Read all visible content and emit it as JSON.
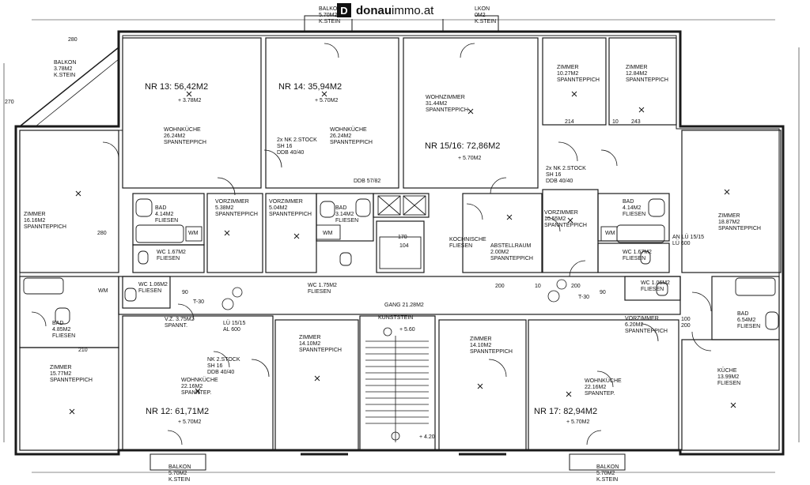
{
  "logo": {
    "mark": "D",
    "brand_bold": "donau",
    "brand_light": "immo.at"
  },
  "units": {
    "nr13": {
      "title": "NR 13:  56,42M2",
      "balcony": "+ 3.78M2"
    },
    "nr14": {
      "title": "NR 14: 35,94M2",
      "balcony": "+ 5.70M2"
    },
    "nr1516": {
      "title": "NR 15/16: 72,86M2",
      "balcony": "+ 5.70M2"
    },
    "nr12": {
      "title": "NR 12:  61,71M2",
      "balcony": "+ 5.70M2"
    },
    "nr17": {
      "title": "NR 17:  82,94M2",
      "balcony": "+ 5.70M2"
    }
  },
  "rooms": {
    "balkon_left": [
      "BALKON",
      "3.78M2",
      "K.STEIN"
    ],
    "wohnkueche13": [
      "WOHNKÜCHE",
      "26.24M2",
      "SPANNTEPPICH"
    ],
    "wohnkueche14": [
      "WOHNKÜCHE",
      "26.24M2",
      "SPANNTEPPICH"
    ],
    "zimmer_left": [
      "ZIMMER",
      "16.16M2",
      "SPANNTEPPICH"
    ],
    "nk14": [
      "2x NK 2.STOCK",
      "SH 16",
      "DDB 40/40"
    ],
    "ddb": [
      "DDB 57/82"
    ],
    "wohnzimmer1516": [
      "WOHNZIMMER",
      "31.44M2",
      "SPANNTEPPICH"
    ],
    "zimmer_a": [
      "ZIMMER",
      "10.27M2",
      "SPANNTEPPICH"
    ],
    "zimmer_b": [
      "ZIMMER",
      "12.84M2",
      "SPANNTEPPICH"
    ],
    "nk1516": [
      "2x NK 2.STOCK",
      "SH 16",
      "DDB 40/40"
    ],
    "bad13": [
      "BAD",
      "4.14M2",
      "FLIESEN"
    ],
    "vorzimmer13": [
      "VORZIMMER",
      "5.38M2",
      "SPANNTEPPICH"
    ],
    "vorzimmer14": [
      "VORZIMMER",
      "5.04M2",
      "SPANNTEPPICH"
    ],
    "bad14": [
      "BAD",
      "3.14M2",
      "FLIESEN"
    ],
    "wc13": [
      "WC 1.67M2",
      "FLIESEN"
    ],
    "kuechische": [
      "KOCHNISCHE",
      "FLIESEN"
    ],
    "abstellraum": [
      "ABSTELLRAUM",
      "2.00M2",
      "SPANNTEPPICH"
    ],
    "vorzimmer1516": [
      "VORZIMMER",
      "10.55M2",
      "SPANNTEPPICH"
    ],
    "bad1516": [
      "BAD",
      "4.14M2",
      "FLIESEN"
    ],
    "zimmer_right": [
      "ZIMMER",
      "18.87M2",
      "SPANNTEPPICH"
    ],
    "wc1516": [
      "WC 1.67M2",
      "FLIESEN"
    ],
    "an_note": [
      "AN LÜ 15/15",
      "LÜ 600"
    ],
    "wc12": [
      "WC 1.06M2",
      "FLIESEN"
    ],
    "wc14": [
      "WC 1.75M2",
      "FLIESEN"
    ],
    "gang": [
      "GANG 21.28M2"
    ],
    "kunststein": [
      "KUNSTSTEIN"
    ],
    "wc17": [
      "WC 1.06M2",
      "FLIESEN"
    ],
    "bad12": [
      "BAD",
      "4.85M2",
      "FLIESEN"
    ],
    "vz12": [
      "V.Z. 3.75M2",
      "SPANNT."
    ],
    "lu_note": [
      "LÜ 15/15",
      "AL 600"
    ],
    "vorzimmer17": [
      "VORZIMMER",
      "6.20M2",
      "SPANNTEPPICH"
    ],
    "bad17": [
      "BAD",
      "6.54M2",
      "FLIESEN"
    ],
    "zimmer12a": [
      "ZIMMER",
      "15.77M2",
      "SPANNTEPPICH"
    ],
    "nk12": [
      "NK 2.STOCK",
      "SH 16",
      "DDB 40/40"
    ],
    "wohnkueche12": [
      "WOHNKÜCHE",
      "22.16M2",
      "SPANNTEP."
    ],
    "zimmer12b": [
      "ZIMMER",
      "14.10M2",
      "SPANNTEPPICH"
    ],
    "zimmer17a": [
      "ZIMMER",
      "14.10M2",
      "SPANNTEPPICH"
    ],
    "wohnkueche17": [
      "WOHNKÜCHE",
      "22.16M2",
      "SPANNTEP."
    ],
    "kueche17": [
      "KÜCHE",
      "13.99M2",
      "FLIESEN"
    ],
    "balkon_top": [
      "BALKON",
      "5.70M2",
      "K.STEIN"
    ],
    "loggia_top": [
      "LKON",
      "0M2",
      "K.STEIN"
    ],
    "balkon_bot1": [
      "BALKON",
      "5.70M2",
      "K.STEIN"
    ],
    "balkon_bot2": [
      "BALKON",
      "5.70M2",
      "K.STEIN"
    ]
  },
  "dims": {
    "d280": "280",
    "d270": "270",
    "d280b": "280",
    "d214": "214",
    "d10": "10",
    "d243": "243",
    "d200a": "200",
    "d10b": "10",
    "d200b": "200",
    "d170": "170",
    "d104": "104",
    "d90a": "90",
    "d90b": "90",
    "d100": "100",
    "d200c": "200",
    "d210": "210",
    "stair_top": "+ 5.60",
    "stair_bot": "+ 4.20",
    "t30a": "T-30",
    "t30b": "T-30",
    "wm1": "WM",
    "wm2": "WM",
    "wm3": "WM",
    "wm4": "WM"
  }
}
